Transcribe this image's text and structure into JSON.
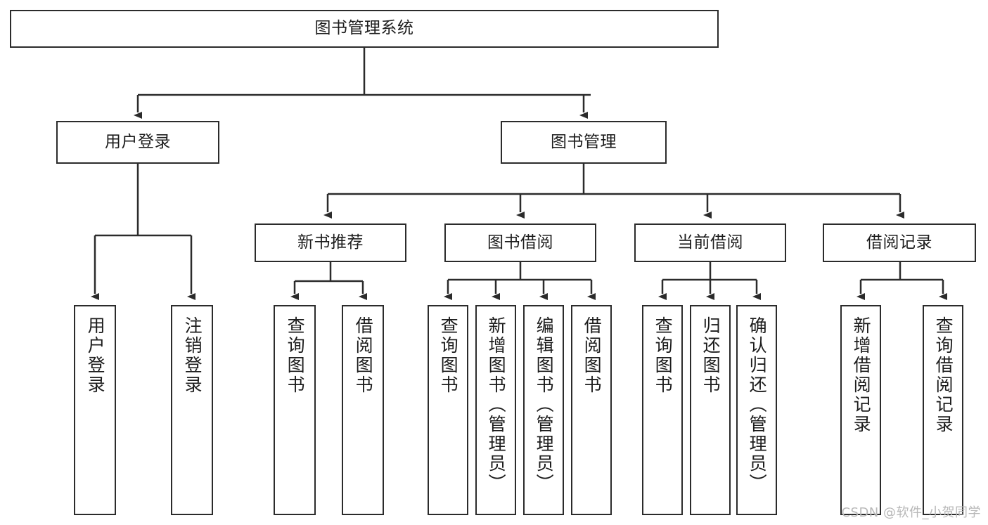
{
  "diagram": {
    "title": "图书管理系统",
    "root": {
      "label": "图书管理系统"
    },
    "level2": [
      {
        "label": "用户登录"
      },
      {
        "label": "图书管理"
      }
    ],
    "level3": [
      {
        "label": "新书推荐"
      },
      {
        "label": "图书借阅"
      },
      {
        "label": "当前借阅"
      },
      {
        "label": "借阅记录"
      }
    ],
    "leaves": {
      "user_login": [
        {
          "label": "用户登录"
        },
        {
          "label": "注销登录"
        }
      ],
      "new_book_recommend": [
        {
          "label": "查询图书"
        },
        {
          "label": "借阅图书"
        }
      ],
      "book_borrow": [
        {
          "label": "查询图书"
        },
        {
          "label": "新增图书（管理员）"
        },
        {
          "label": "编辑图书（管理员）"
        },
        {
          "label": "借阅图书"
        }
      ],
      "current_borrow": [
        {
          "label": "查询图书"
        },
        {
          "label": "归还图书"
        },
        {
          "label": "确认归还（管理员）"
        }
      ],
      "borrow_record": [
        {
          "label": "新增借阅记录"
        },
        {
          "label": "查询借阅记录"
        }
      ]
    }
  },
  "watermark": {
    "text": "CSDN @软件_小贺同学"
  },
  "colors": {
    "stroke": "#2b2b2b",
    "background": "#ffffff",
    "text": "#1c1c1c",
    "watermark": "#b8b8b8"
  }
}
